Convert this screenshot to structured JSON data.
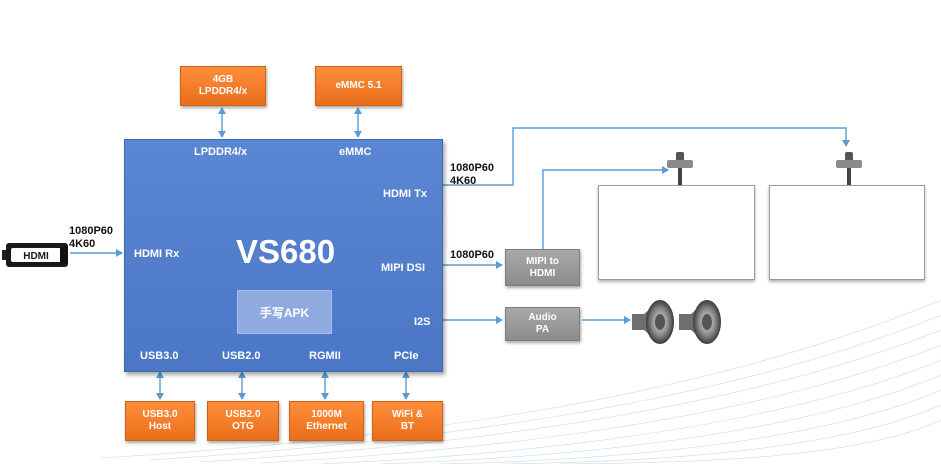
{
  "chip": {
    "title": "VS680",
    "ports": {
      "lpddr": "LPDDR4/x",
      "emmc": "eMMC",
      "hdmi_tx": "HDMI Tx",
      "hdmi_rx": "HDMI Rx",
      "mipi_dsi": "MIPI DSI",
      "i2s": "I2S",
      "usb3": "USB3.0",
      "usb2": "USB2.0",
      "rgmii": "RGMII",
      "pcie": "PCIe"
    },
    "inner_block": "手写APK"
  },
  "memory": {
    "lpddr_box": "4GB\nLPDDR4/x",
    "emmc_box": "eMMC 5.1"
  },
  "peripherals": {
    "usb3_host": "USB3.0\nHost",
    "usb2_otg": "USB2.0\nOTG",
    "ethernet": "1000M\nEthernet",
    "wifi_bt": "WiFi &\nBT"
  },
  "converters": {
    "mipi_to_hdmi": "MIPI to\nHDMI",
    "audio_pa": "Audio\nPA"
  },
  "signals": {
    "hdmi_rx_res": "1080P60\n4K60",
    "hdmi_tx_res": "1080P60\n4K60",
    "mipi_res": "1080P60"
  },
  "icons": {
    "hdmi_connector": "hdmi-connector-icon",
    "displays": "interactive-flat-panel-icon",
    "speakers": "speaker-icon",
    "camera": "camera-icon"
  },
  "colors": {
    "chip_blue": "#4a76c6",
    "peripheral_orange": "#f07d2c",
    "converter_gray": "#9a9a9a",
    "arrow_blue": "#5b9bd5"
  }
}
